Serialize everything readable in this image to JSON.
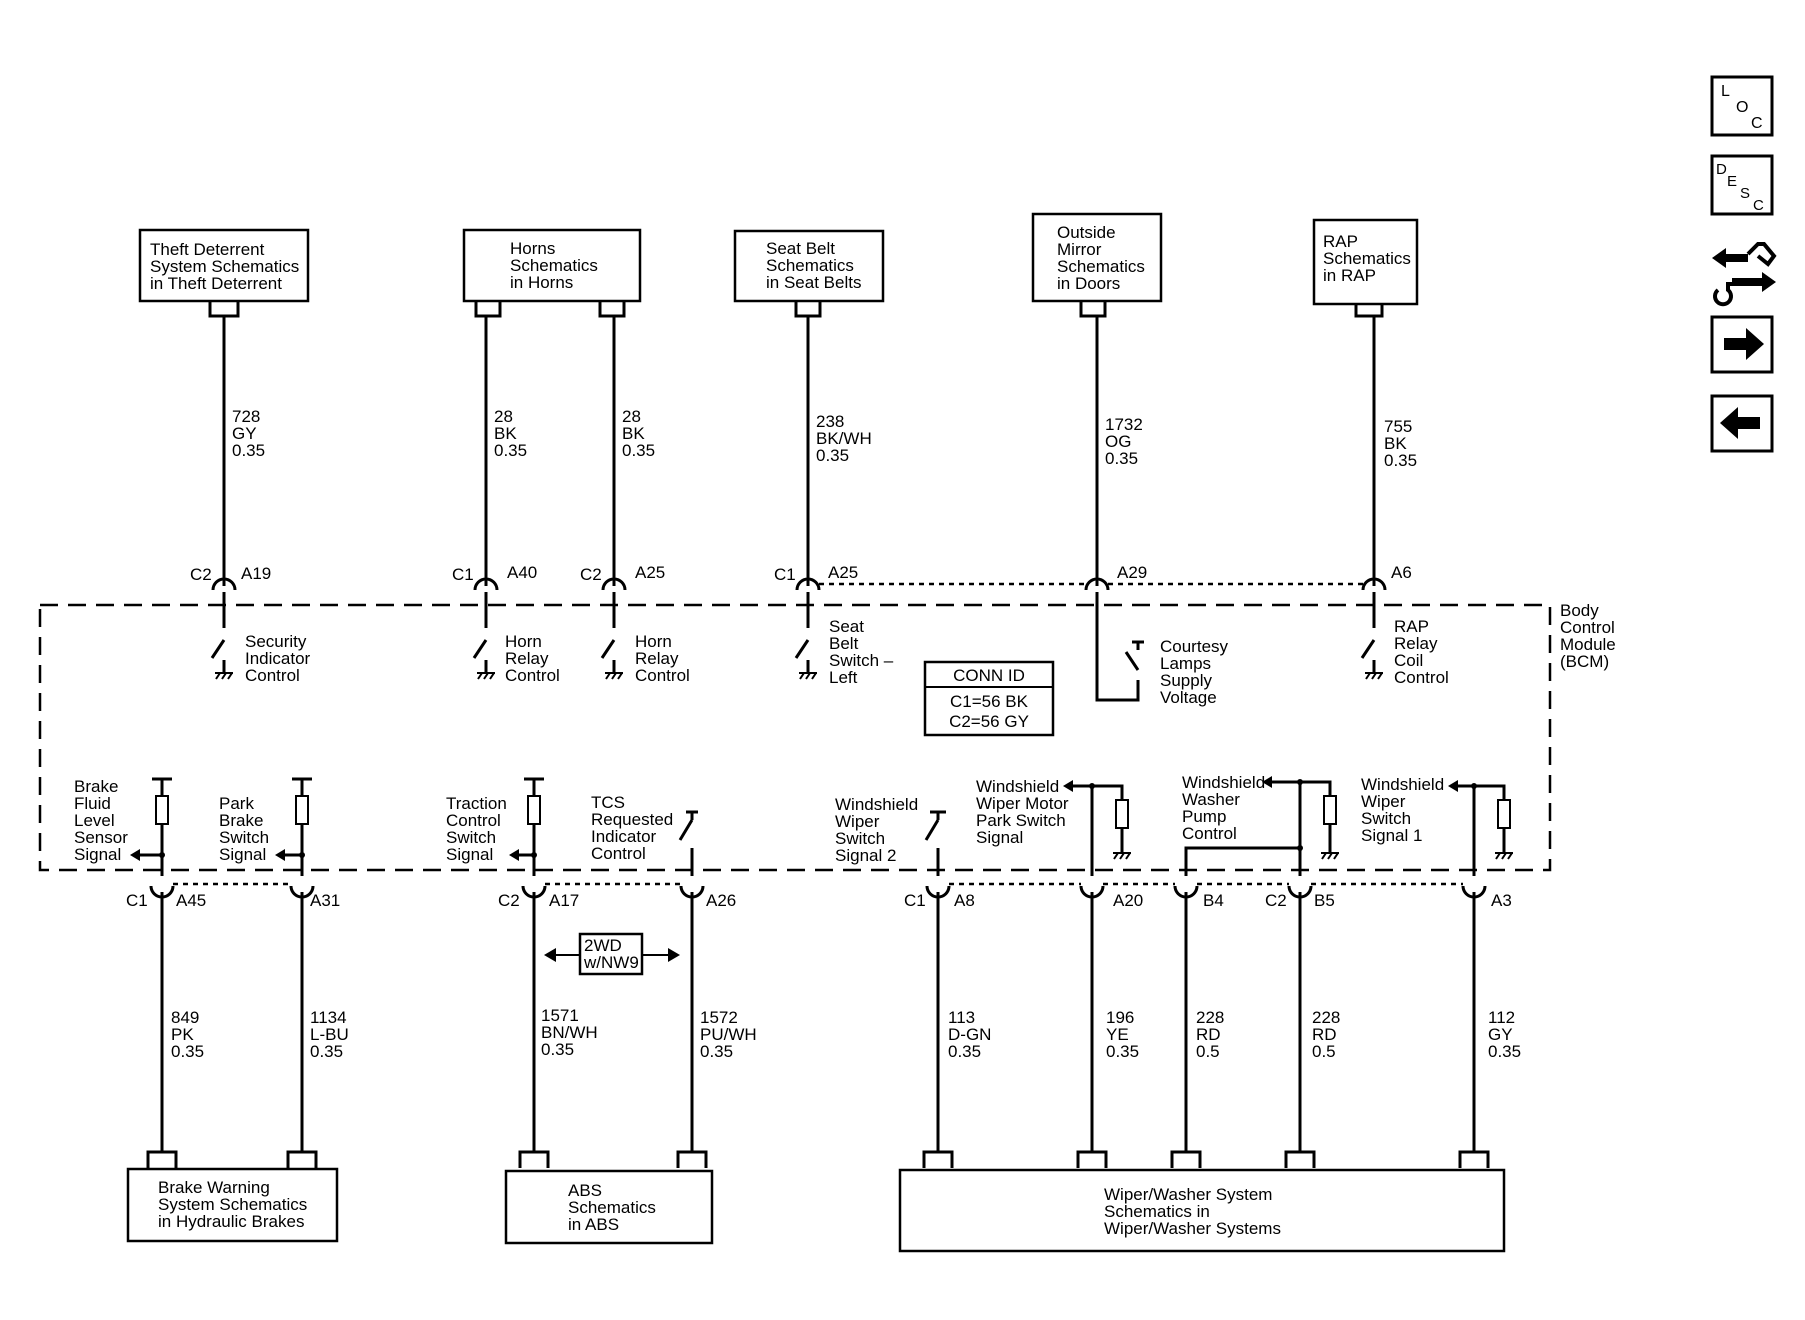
{
  "top_boxes": [
    {
      "lines": [
        "Theft Deterrent",
        "System Schematics",
        "in Theft Deterrent"
      ]
    },
    {
      "lines": [
        "Horns",
        "Schematics",
        "in Horns"
      ]
    },
    {
      "lines": [
        "Seat Belt",
        "Schematics",
        "in Seat Belts"
      ]
    },
    {
      "lines": [
        "Outside",
        "Mirror",
        "Schematics",
        "in Doors"
      ]
    },
    {
      "lines": [
        "RAP",
        "Schematics",
        "in RAP"
      ]
    }
  ],
  "top_wires": [
    {
      "circuit": "728",
      "color": "GY",
      "size": "0.35",
      "conn": "C2",
      "pin": "A19"
    },
    {
      "circuit": "28",
      "color": "BK",
      "size": "0.35",
      "conn": "C1",
      "pin": "A40"
    },
    {
      "circuit": "28",
      "color": "BK",
      "size": "0.35",
      "conn": "C2",
      "pin": "A25"
    },
    {
      "circuit": "238",
      "color": "BK/WH",
      "size": "0.35",
      "conn": "C1",
      "pin": "A25"
    },
    {
      "circuit": "1732",
      "color": "OG",
      "size": "0.35",
      "conn": "",
      "pin": "A29"
    },
    {
      "circuit": "755",
      "color": "BK",
      "size": "0.35",
      "conn": "",
      "pin": "A6"
    }
  ],
  "top_functions": [
    {
      "lines": [
        "Security",
        "Indicator",
        "Control"
      ]
    },
    {
      "lines": [
        "Horn",
        "Relay",
        "Control"
      ]
    },
    {
      "lines": [
        "Horn",
        "Relay",
        "Control"
      ]
    },
    {
      "lines": [
        "Seat",
        "Belt",
        "Switch –",
        "Left"
      ]
    },
    {
      "lines": [
        "Courtesy",
        "Lamps",
        "Supply",
        "Voltage"
      ]
    },
    {
      "lines": [
        "RAP",
        "Relay",
        "Coil",
        "Control"
      ]
    }
  ],
  "module": {
    "lines": [
      "Body",
      "Control",
      "Module",
      "(BCM)"
    ]
  },
  "conn_id": {
    "title": "CONN ID",
    "c1": "C1=56 BK",
    "c2": "C2=56 GY"
  },
  "bottom_functions": [
    {
      "lines": [
        "Brake",
        "Fluid",
        "Level",
        "Sensor",
        "Signal"
      ]
    },
    {
      "lines": [
        "Park",
        "Brake",
        "Switch",
        "Signal"
      ]
    },
    {
      "lines": [
        "Traction",
        "Control",
        "Switch",
        "Signal"
      ]
    },
    {
      "lines": [
        "TCS",
        "Requested",
        "Indicator",
        "Control"
      ]
    },
    {
      "lines": [
        "Windshield",
        "Wiper",
        "Switch",
        "Signal 2"
      ]
    },
    {
      "lines": [
        "Windshield",
        "Wiper Motor",
        "Park Switch",
        "Signal"
      ]
    },
    {
      "lines": [
        "Windshield",
        "Washer",
        "Pump",
        "Control"
      ]
    },
    {
      "lines": [
        "Windshield",
        "Wiper",
        "Switch",
        "Signal 1"
      ]
    }
  ],
  "bottom_wires": [
    {
      "circuit": "849",
      "color": "PK",
      "size": "0.35",
      "conn": "C1",
      "pin": "A45"
    },
    {
      "circuit": "1134",
      "color": "L-BU",
      "size": "0.35",
      "conn": "",
      "pin": "A31"
    },
    {
      "circuit": "1571",
      "color": "BN/WH",
      "size": "0.35",
      "conn": "C2",
      "pin": "A17"
    },
    {
      "circuit": "1572",
      "color": "PU/WH",
      "size": "0.35",
      "conn": "",
      "pin": "A26"
    },
    {
      "circuit": "113",
      "color": "D-GN",
      "size": "0.35",
      "conn": "C1",
      "pin": "A8"
    },
    {
      "circuit": "196",
      "color": "YE",
      "size": "0.35",
      "conn": "",
      "pin": "A20"
    },
    {
      "circuit": "228",
      "color": "RD",
      "size": "0.5",
      "conn": "",
      "pin": "B4"
    },
    {
      "circuit": "228",
      "color": "RD",
      "size": "0.5",
      "conn": "C2",
      "pin": "B5"
    },
    {
      "circuit": "112",
      "color": "GY",
      "size": "0.35",
      "conn": "",
      "pin": "A3"
    }
  ],
  "option_label": [
    "2WD",
    "w/NW9"
  ],
  "bottom_boxes": [
    {
      "lines": [
        "Brake Warning",
        "System Schematics",
        "in Hydraulic Brakes"
      ]
    },
    {
      "lines": [
        "ABS",
        "Schematics",
        "in ABS"
      ]
    },
    {
      "lines": [
        "Wiper/Washer System",
        "Schematics in",
        "Wiper/Washer Systems"
      ]
    }
  ],
  "nav": {
    "loc": [
      "L",
      "O",
      "C"
    ],
    "desc": [
      "D",
      "E",
      "S",
      "C"
    ],
    "icons": [
      "connector-swap-icon",
      "arrow-right-icon",
      "arrow-left-icon"
    ]
  }
}
